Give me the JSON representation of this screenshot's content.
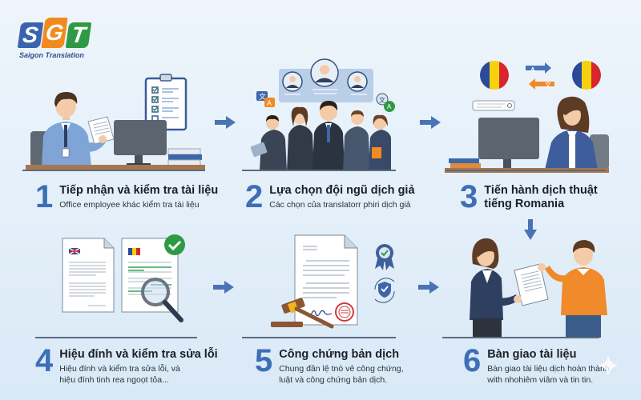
{
  "logo": {
    "letters": [
      "S",
      "G",
      "T"
    ],
    "subtitle": "Saigon Translation",
    "colors": [
      "#3a64b0",
      "#f28a1e",
      "#2f9a45"
    ]
  },
  "accent_color": "#3d6fb6",
  "steps": [
    {
      "number": "1",
      "title": "Tiếp nhận và kiểm tra tài liệu",
      "description": "Office employee khác kiểm tra tài liệu",
      "illustration": "office-employee-reviewing-document-with-checklist"
    },
    {
      "number": "2",
      "title": "Lựa chọn đội ngũ dịch giả",
      "description": "Các chọn của translatorr phiri dịch giả",
      "illustration": "team-of-translators-with-profile-cards"
    },
    {
      "number": "3",
      "title": "Tiến hành dịch thuật",
      "title_line2": "tiếng Romania",
      "description": "",
      "illustration": "translator-at-computer-with-romania-flags"
    },
    {
      "number": "4",
      "title": "Hiệu đính và kiểm tra sửa lỗi",
      "description": "Hiệu đính và kiểm tra sửa lỗi, và",
      "description_line2": "hiệu đính tinh rea ngoọt tỏa...",
      "illustration": "documents-uk-romania-magnifier-check"
    },
    {
      "number": "5",
      "title": "Công chứng bản dịch",
      "description": "Chung đần lệ tnò vẻ công chứng,",
      "description_line2": "luật và công chứng bản dịch.",
      "illustration": "notarized-document-gavel-seal"
    },
    {
      "number": "6",
      "title": "Bàn giao tài liệu",
      "description": "Bàn giao tài liệu dịch hoàn thành",
      "description_line2": "with nhohiêm viâm và tin tin.",
      "illustration": "handover-document-to-client"
    }
  ],
  "icons": {
    "flow_arrow": "right-arrow",
    "down_arrow": "down-arrow",
    "translate_a": "A",
    "translate_zh": "文"
  }
}
